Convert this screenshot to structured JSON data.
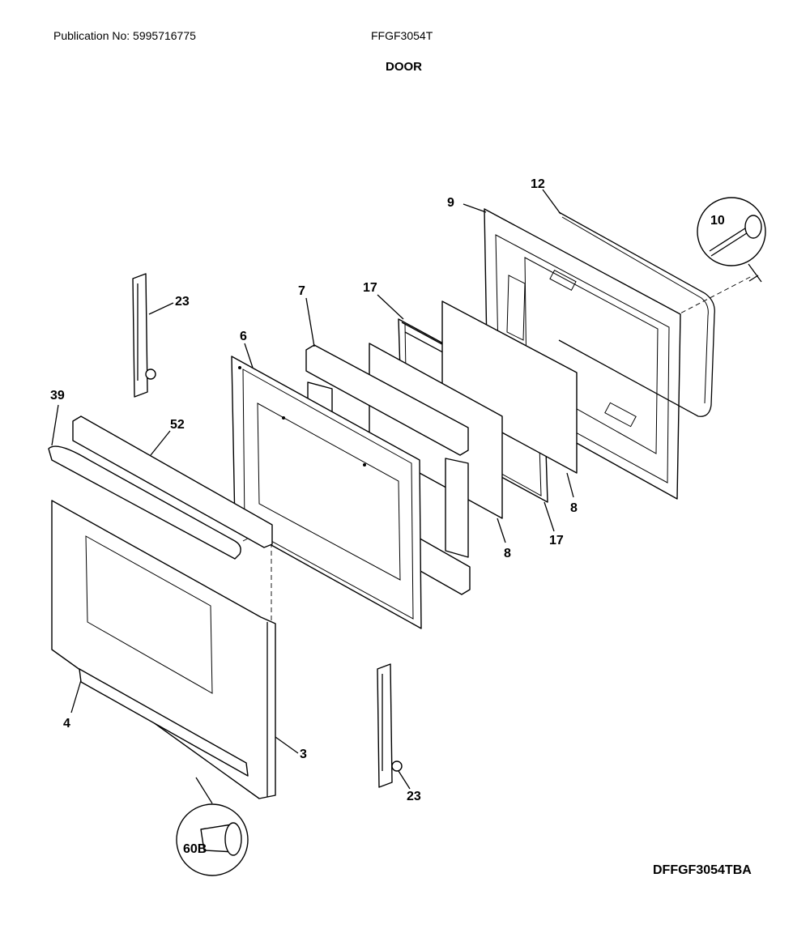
{
  "header": {
    "publication": "Publication No: 5995716775",
    "model": "FFGF3054T",
    "section_title": "DOOR"
  },
  "footer": {
    "drawing_code": "DFFGF3054TBA"
  },
  "callouts": {
    "c9": "9",
    "c12": "12",
    "c10": "10",
    "c23_top": "23",
    "c7": "7",
    "c17_top": "17",
    "c6": "6",
    "c39": "39",
    "c52": "52",
    "c8_right": "8",
    "c8_mid": "8",
    "c17_bottom": "17",
    "c4": "4",
    "c3": "3",
    "c23_bottom": "23",
    "c60b": "60B"
  }
}
